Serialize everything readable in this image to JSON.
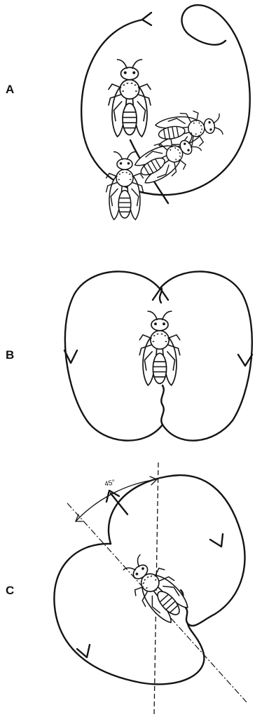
{
  "panels": [
    {
      "label": "A",
      "pattern": "round-dance"
    },
    {
      "label": "B",
      "pattern": "waggle-dance-vertical"
    },
    {
      "label": "C",
      "pattern": "waggle-dance-angled"
    }
  ],
  "angle_annotation": "45°",
  "colors": {
    "ink": "#141414",
    "paper": "#ffffff"
  }
}
